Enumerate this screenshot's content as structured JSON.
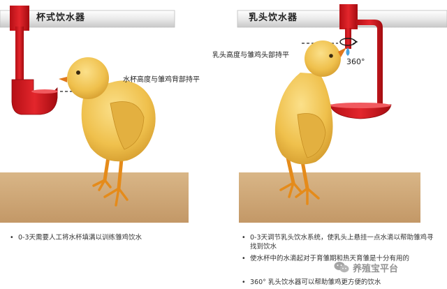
{
  "left_panel": {
    "title": "杯式饮水器",
    "annotation": "水杯高度与雏鸡背部持平",
    "notes": [
      "0-3天需要人工将水杯填满以训练雏鸡饮水"
    ]
  },
  "right_panel": {
    "title": "乳头饮水器",
    "annotation": "乳头高度与雏鸡头部持平",
    "rotation_label": "360°",
    "notes": [
      "0-3天调节乳头饮水系统，使乳头上悬挂一点水滴以帮助雏鸡寻找到饮水",
      "使水杯中的水滴起对于育雏期和热天育雏是十分有用的",
      "360° 乳头饮水器可以帮助雏鸡更方便的饮水"
    ]
  },
  "watermark": {
    "text": "养殖宝平台",
    "icon": "wechat-icon"
  },
  "colors": {
    "pipe": "#d4141b",
    "pipe_dark": "#9a0c10",
    "floor": "#c9a274",
    "chick_body": "#f0c24e",
    "chick_dark": "#c68e22",
    "legs": "#e58b1a"
  }
}
